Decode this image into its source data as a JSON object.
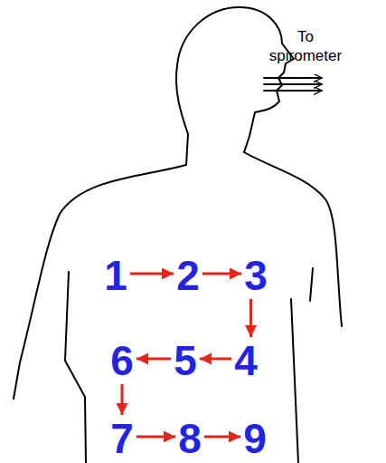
{
  "diagram": {
    "nodes": [
      {
        "text": [
          "1"
        ]
      },
      {
        "text": [
          "2"
        ]
      },
      {
        "text": [
          "3"
        ]
      },
      {
        "text": [
          "4"
        ]
      },
      {
        "text": [
          "5"
        ]
      },
      {
        "text": [
          "6"
        ]
      },
      {
        "text": [
          "7"
        ]
      },
      {
        "text": [
          "8"
        ]
      },
      {
        "text": [
          "9"
        ]
      }
    ],
    "edges": [
      {
        "from": 0,
        "to": 1,
        "arrow": "to"
      },
      {
        "from": 1,
        "to": 2,
        "arrow": "to"
      },
      {
        "from": 2,
        "to": 3,
        "arrow": "to"
      },
      {
        "from": 3,
        "to": 4,
        "arrow": "to"
      },
      {
        "from": 4,
        "to": 5,
        "arrow": "to"
      },
      {
        "from": 5,
        "to": 6,
        "arrow": "to"
      },
      {
        "from": 6,
        "to": 7,
        "arrow": "to"
      },
      {
        "from": 7,
        "to": 8,
        "arrow": "to"
      }
    ],
    "labels": [
      "To spirometer"
    ]
  }
}
